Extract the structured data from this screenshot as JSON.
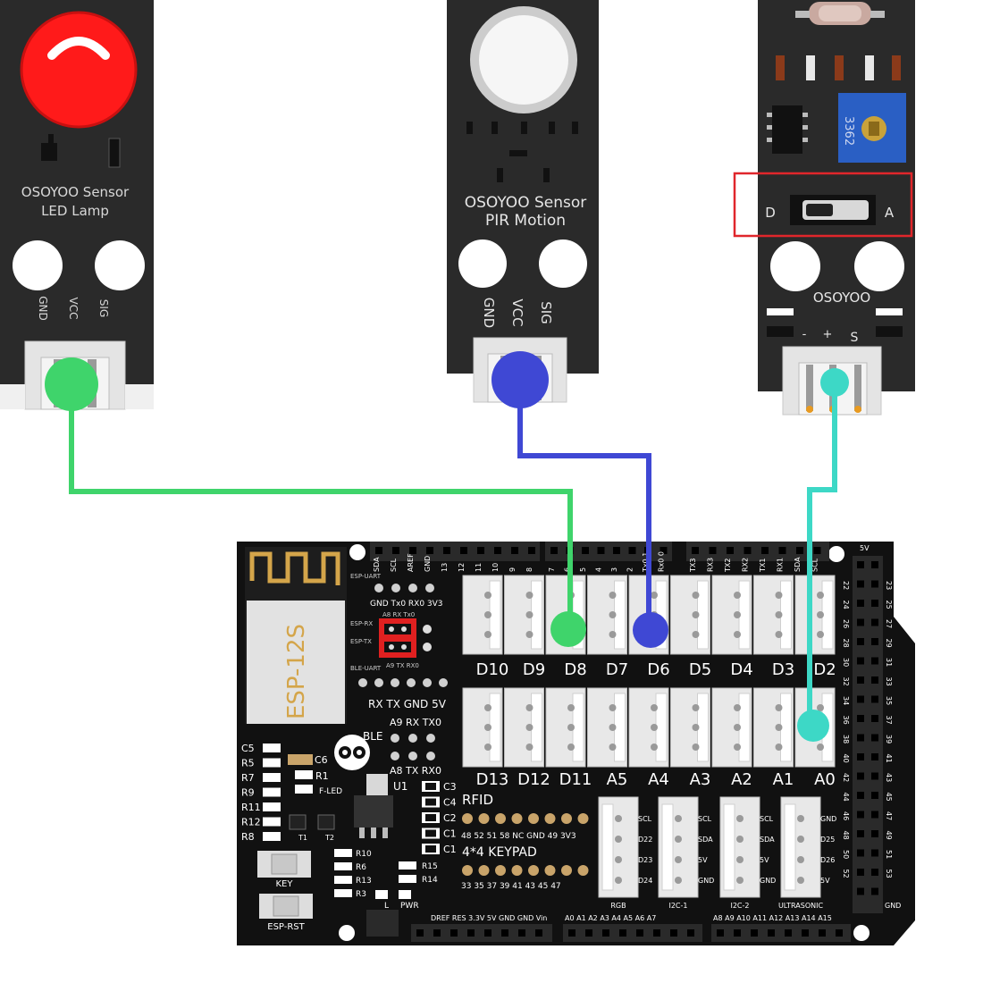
{
  "led_module": {
    "title_line1": "OSOYOO Sensor",
    "title_line2": "LED Lamp",
    "pins": [
      "GND",
      "VCC",
      "SIG"
    ]
  },
  "pir_module": {
    "title_line1": "OSOYOO Sensor",
    "title_line2": "PIR Motion",
    "pins": [
      "GND",
      "VCC",
      "SIG"
    ]
  },
  "ldr_module": {
    "pot_label": "3362",
    "switch_left": "D",
    "switch_right": "A",
    "brand": "OSOYOO",
    "pin_minus": "-",
    "pin_plus": "+",
    "pin_sig": "S"
  },
  "board": {
    "module_name": "ESP-12S",
    "top_header_left": [
      "SDA",
      "SCL",
      "AREF",
      "GND",
      "13",
      "12",
      "11",
      "10",
      "9",
      "8"
    ],
    "top_header_mid": [
      "7",
      "6",
      "5",
      "4",
      "3",
      "2",
      "Tx0 1",
      "Rx0 0"
    ],
    "top_header_right": [
      "TX3",
      "RX3",
      "TX2",
      "RX2",
      "TX1",
      "RX1",
      "SDA",
      "SCL"
    ],
    "esp_uart_label": "ESP-UART",
    "esp_uart_pins": "GND Tx0  RX0 3V3",
    "esp_rx_label": "ESP-RX",
    "esp_tx_label": "ESP-TX",
    "jumper_top": "A8  RX  Tx0",
    "jumper_bottom": "A9  TX  RX0",
    "ble_uart_label": "BLE-UART",
    "ble_uart_pins": "RX TX GND 5V",
    "ble_top": "A9  RX TX0",
    "ble_label": "BLE",
    "ble_bottom": "A8  TX  RX0",
    "digital_row1": [
      "D10",
      "D9",
      "D8",
      "D7",
      "D6",
      "D5",
      "D4",
      "D3",
      "D2"
    ],
    "digital_row2": [
      "D13",
      "D12",
      "D11",
      "A5",
      "A4",
      "A3",
      "A2",
      "A1",
      "A0"
    ],
    "rfid_label": "RFID",
    "rfid_pins": "48  52  51  58  NC GND  49 3V3",
    "keypad_label": "4*4 KEYPAD",
    "keypad_pins": "33  35  37  39  41  43  45  47",
    "rgb_pins": [
      "SCL",
      "D22",
      "D23",
      "D24"
    ],
    "rgb_label": "RGB",
    "i2c1_pins": [
      "SCL",
      "SDA",
      "5V",
      "GND"
    ],
    "i2c1_label": "I2C-1",
    "i2c2_pins": [
      "SCL",
      "SDA",
      "5V",
      "GND"
    ],
    "i2c2_label": "I2C-2",
    "ultra_pins": [
      "GND",
      "D25",
      "D26",
      "5V"
    ],
    "ultra_label": "ULTRASONIC",
    "left_labels": [
      "C5",
      "R5",
      "R7",
      "R9",
      "R11",
      "R12",
      "R8"
    ],
    "c6_label": "C6",
    "r1_label": "R1",
    "fled_label": "F-LED",
    "u1_label": "U1",
    "t1_label": "T1",
    "t2_label": "T2",
    "cap_labels": [
      "C3",
      "C4",
      "C2",
      "C1",
      "C1"
    ],
    "res_labels_left": [
      "R10",
      "R6",
      "R13",
      "R3"
    ],
    "res_labels_right": [
      "R15",
      "R14"
    ],
    "key_label": "KEY",
    "esp_rst_label": "ESP-RST",
    "l_label": "L",
    "pwr_label": "PWR",
    "bottom_power": "DREF RES 3.3V  5V   GND  GND  Vin",
    "bottom_analog1": "A0   A1   A2   A3   A4   A5   A6   A7",
    "bottom_analog2": "A8  A9  A10  A11  A12  A13  A14  A15",
    "v5_label": "5V",
    "gnd_label": "GND",
    "right_header_left": [
      "22",
      "24",
      "26",
      "28",
      "30",
      "32",
      "34",
      "36",
      "38",
      "40",
      "42",
      "44",
      "46",
      "48",
      "50",
      "52"
    ],
    "right_header_right": [
      "23",
      "25",
      "27",
      "29",
      "31",
      "33",
      "35",
      "37",
      "39",
      "41",
      "43",
      "45",
      "47",
      "49",
      "51",
      "53"
    ]
  },
  "wires": {
    "green": "#3fd46b",
    "blue": "#3f48d4",
    "teal": "#3dd8c6"
  },
  "colors": {
    "board": "#111111",
    "module": "#2a2a2a",
    "led_red": "#ff1a1a",
    "highlight_box": "#e0262b",
    "pot_blue": "#2a5fc4",
    "jumper_red": "#e02020"
  }
}
